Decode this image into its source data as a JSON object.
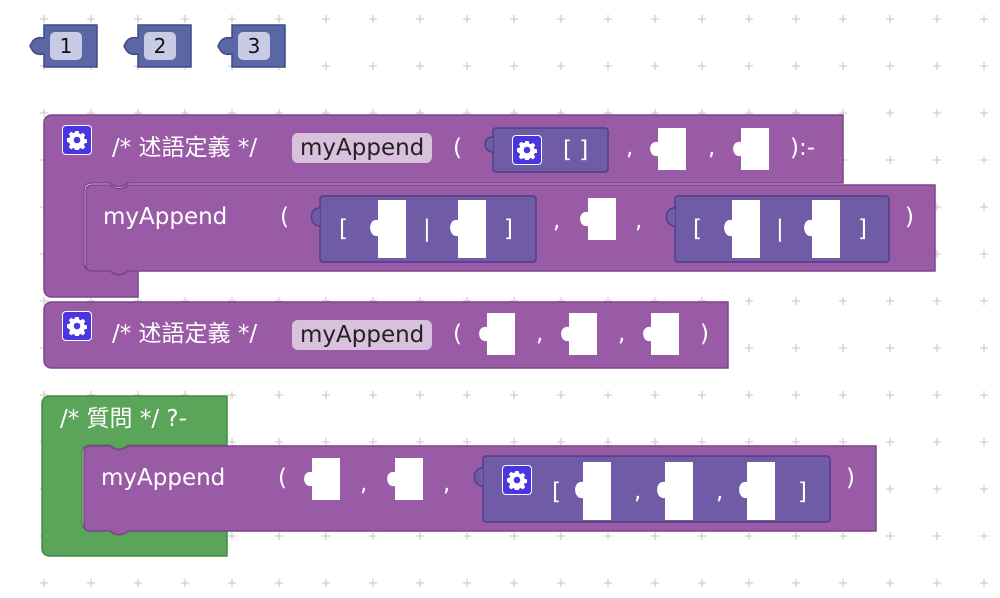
{
  "toolbox": {
    "blocks": [
      {
        "label": "1"
      },
      {
        "label": "2"
      },
      {
        "label": "3"
      }
    ]
  },
  "colors": {
    "predicate": "#9a5ba6",
    "predicate_edge": "#7c4488",
    "list": "#6f5ba6",
    "list_edge": "#4e3f86",
    "query": "#5ba55b",
    "gear": "#4a35e0",
    "name_pill": "#d9c1dd",
    "number_block": "#5b67a5"
  },
  "rule_block": {
    "comment": "/* 述語定義 */",
    "name": "myAppend",
    "open": "(",
    "empty_list": "[ ]",
    "comma1": ",",
    "comma2": ",",
    "close_neck": "):-",
    "body": {
      "name": "myAppend",
      "open": "(",
      "list1_open": "[",
      "list1_bar": "|",
      "list1_close": "]",
      "comma1": ",",
      "comma2": ",",
      "list2_open": "[",
      "list2_bar": "|",
      "list2_close": "]",
      "close": ")"
    }
  },
  "fact_block": {
    "comment": "/* 述語定義 */",
    "name": "myAppend",
    "open": "(",
    "comma1": ",",
    "comma2": ",",
    "close": ")"
  },
  "query_block": {
    "header": "/* 質問 */ ?-",
    "body": {
      "name": "myAppend",
      "open": "(",
      "comma1": ",",
      "comma2": ",",
      "list_open": "[",
      "list_comma1": ",",
      "list_comma2": ",",
      "list_close": "]",
      "close": ")"
    }
  }
}
